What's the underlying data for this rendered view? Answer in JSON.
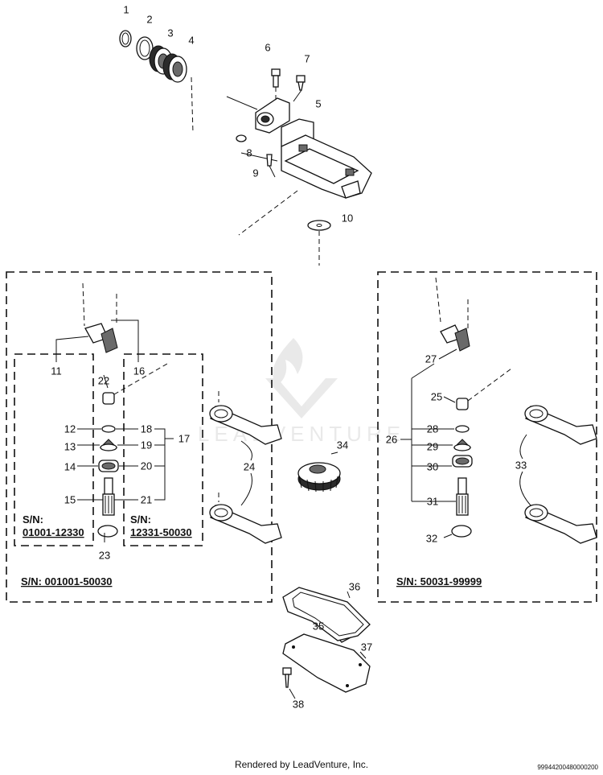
{
  "callouts": [
    "1",
    "2",
    "3",
    "4",
    "5",
    "6",
    "7",
    "8",
    "9",
    "10",
    "11",
    "12",
    "13",
    "14",
    "15",
    "16",
    "17",
    "18",
    "19",
    "20",
    "21",
    "22",
    "23",
    "24",
    "25",
    "26",
    "27",
    "28",
    "29",
    "30",
    "31",
    "32",
    "33",
    "34",
    "35",
    "36",
    "37",
    "38"
  ],
  "serial": {
    "left_inner_a_line1": "S/N:",
    "left_inner_a_line2": "01001-12330",
    "left_inner_b_line1": "S/N:",
    "left_inner_b_line2": "12331-50030",
    "left_box": "S/N: 001001-50030",
    "right_box": "S/N: 50031-99999"
  },
  "watermark": "LEADVENTURE",
  "footer": "Rendered by LeadVenture, Inc.",
  "diagram_code": "99944200480000200"
}
